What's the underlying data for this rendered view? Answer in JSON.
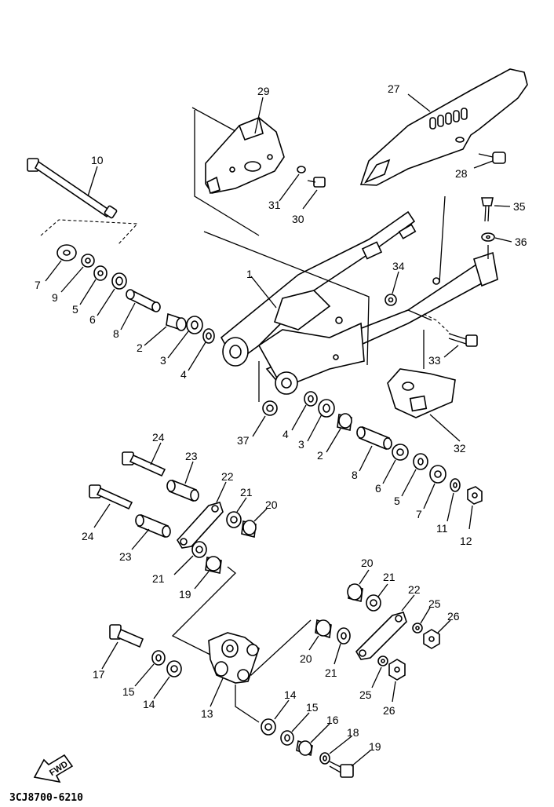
{
  "drawing_code": "3CJ8700-6210",
  "fwd_label": "FWD",
  "callouts": [
    {
      "id": "c29",
      "text": "29"
    },
    {
      "id": "c27",
      "text": "27"
    },
    {
      "id": "c10",
      "text": "10"
    },
    {
      "id": "c31",
      "text": "31"
    },
    {
      "id": "c30",
      "text": "30"
    },
    {
      "id": "c28",
      "text": "28"
    },
    {
      "id": "c35",
      "text": "35"
    },
    {
      "id": "c36",
      "text": "36"
    },
    {
      "id": "c7a",
      "text": "7"
    },
    {
      "id": "c9",
      "text": "9"
    },
    {
      "id": "c5a",
      "text": "5"
    },
    {
      "id": "c6a",
      "text": "6"
    },
    {
      "id": "c8a",
      "text": "8"
    },
    {
      "id": "c1",
      "text": "1"
    },
    {
      "id": "c34",
      "text": "34"
    },
    {
      "id": "c2a",
      "text": "2"
    },
    {
      "id": "c3a",
      "text": "3"
    },
    {
      "id": "c4a",
      "text": "4"
    },
    {
      "id": "c33",
      "text": "33"
    },
    {
      "id": "c37",
      "text": "37"
    },
    {
      "id": "c4b",
      "text": "4"
    },
    {
      "id": "c3b",
      "text": "3"
    },
    {
      "id": "c2b",
      "text": "2"
    },
    {
      "id": "c32",
      "text": "32"
    },
    {
      "id": "c8b",
      "text": "8"
    },
    {
      "id": "c6b",
      "text": "6"
    },
    {
      "id": "c5b",
      "text": "5"
    },
    {
      "id": "c7b",
      "text": "7"
    },
    {
      "id": "c11",
      "text": "11"
    },
    {
      "id": "c12",
      "text": "12"
    },
    {
      "id": "c24a",
      "text": "24"
    },
    {
      "id": "c23a",
      "text": "23"
    },
    {
      "id": "c22a",
      "text": "22"
    },
    {
      "id": "c21a",
      "text": "21"
    },
    {
      "id": "c20a",
      "text": "20"
    },
    {
      "id": "c24b",
      "text": "24"
    },
    {
      "id": "c23b",
      "text": "23"
    },
    {
      "id": "c21b",
      "text": "21"
    },
    {
      "id": "c19a",
      "text": "19"
    },
    {
      "id": "c20b",
      "text": "20"
    },
    {
      "id": "c21c",
      "text": "21"
    },
    {
      "id": "c22b",
      "text": "22"
    },
    {
      "id": "c25a",
      "text": "25"
    },
    {
      "id": "c26a",
      "text": "26"
    },
    {
      "id": "c17",
      "text": "17"
    },
    {
      "id": "c15a",
      "text": "15"
    },
    {
      "id": "c14a",
      "text": "14"
    },
    {
      "id": "c13",
      "text": "13"
    },
    {
      "id": "c20c",
      "text": "20"
    },
    {
      "id": "c21d",
      "text": "21"
    },
    {
      "id": "c25b",
      "text": "25"
    },
    {
      "id": "c26b",
      "text": "26"
    },
    {
      "id": "c14b",
      "text": "14"
    },
    {
      "id": "c15b",
      "text": "15"
    },
    {
      "id": "c16",
      "text": "16"
    },
    {
      "id": "c18",
      "text": "18"
    },
    {
      "id": "c19b",
      "text": "19"
    }
  ]
}
